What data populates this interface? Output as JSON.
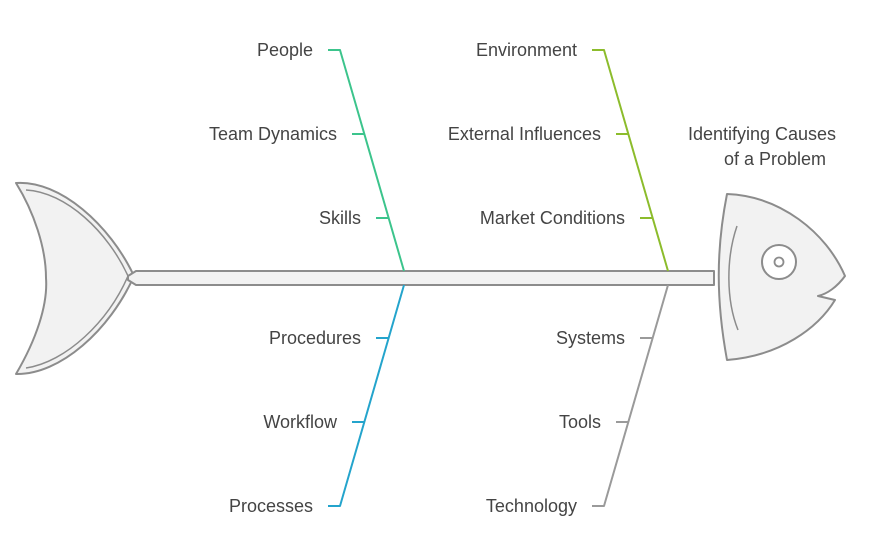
{
  "title": {
    "line1": "Identifying Causes",
    "line2": "of a Problem"
  },
  "categories": {
    "people": {
      "label": "People",
      "color": "#3cc48c",
      "causes": [
        "Team Dynamics",
        "Skills"
      ]
    },
    "environment": {
      "label": "Environment",
      "color": "#8cbc2c",
      "causes": [
        "External Influences",
        "Market Conditions"
      ]
    },
    "processes": {
      "label": "Processes",
      "color": "#24a4cc",
      "causes": [
        "Procedures",
        "Workflow"
      ]
    },
    "technology": {
      "label": "Technology",
      "color": "#9a9a9a",
      "causes": [
        "Systems",
        "Tools"
      ]
    }
  },
  "colors": {
    "fish_fill": "#f2f2f2",
    "fish_stroke": "#8c8c8c",
    "text": "#444444"
  }
}
